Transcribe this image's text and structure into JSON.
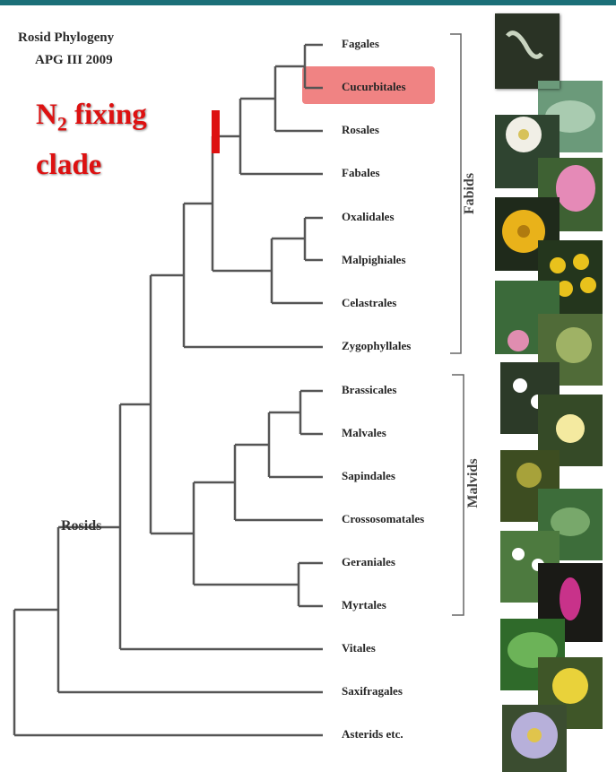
{
  "title": {
    "line1": "Rosid Phylogeny",
    "line2": "APG III 2009"
  },
  "annotation": {
    "n2_main": "N",
    "n2_sub": "2",
    "n2_rest": " fixing",
    "line2": "clade"
  },
  "clade_labels": {
    "rosids": "Rosids",
    "fabids": "Fabids",
    "malvids": "Malvids"
  },
  "taxa": {
    "fagales": "Fagales",
    "cucurbitales": "Cucurbitales",
    "rosales": "Rosales",
    "fabales": "Fabales",
    "oxalidales": "Oxalidales",
    "malpighiales": "Malpighiales",
    "celastrales": "Celastrales",
    "zygophyllales": "Zygophyllales",
    "brassicales": "Brassicales",
    "malvales": "Malvales",
    "sapindales": "Sapindales",
    "crossosomatales": "Crossosomatales",
    "geraniales": "Geraniales",
    "myrtales": "Myrtales",
    "vitales": "Vitales",
    "saxifragales": "Saxifragales",
    "asterids": "Asterids etc."
  },
  "highlighted_taxon": "Cucurbitales",
  "colors": {
    "highlight": "#f08383",
    "annotation": "#dd1111",
    "topbar": "#1b6f78",
    "tree": "#555555"
  }
}
